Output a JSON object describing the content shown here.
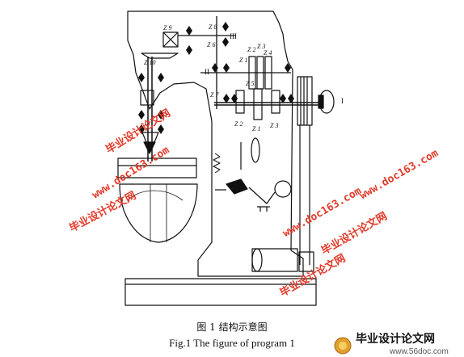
{
  "figure": {
    "caption_cn": "图 1    结构示意图",
    "caption_en": "Fig.1 The figure of program 1"
  },
  "labels": {
    "z1": "Z 1",
    "z2": "Z 2",
    "z3": "Z 3",
    "z4": "Z 4",
    "z5": "Z 5",
    "z6": "Z 6",
    "z7": "Z 7",
    "z8": "Z 8",
    "z9": "Z 9",
    "z10": "Z 10",
    "z1b": "Z 1",
    "z2b": "Z 2",
    "z3b": "Z 3",
    "shaft_I": "I",
    "shaft_II": "II",
    "shaft_III": "III"
  },
  "watermarks": {
    "cn": "毕业设计论文网",
    "url": "www.doc163.com"
  },
  "logo": {
    "cn": "毕业设计论文网",
    "url": "www.56doc.com"
  },
  "colors": {
    "ink": "#111111",
    "watermark": "#e23a2a"
  }
}
